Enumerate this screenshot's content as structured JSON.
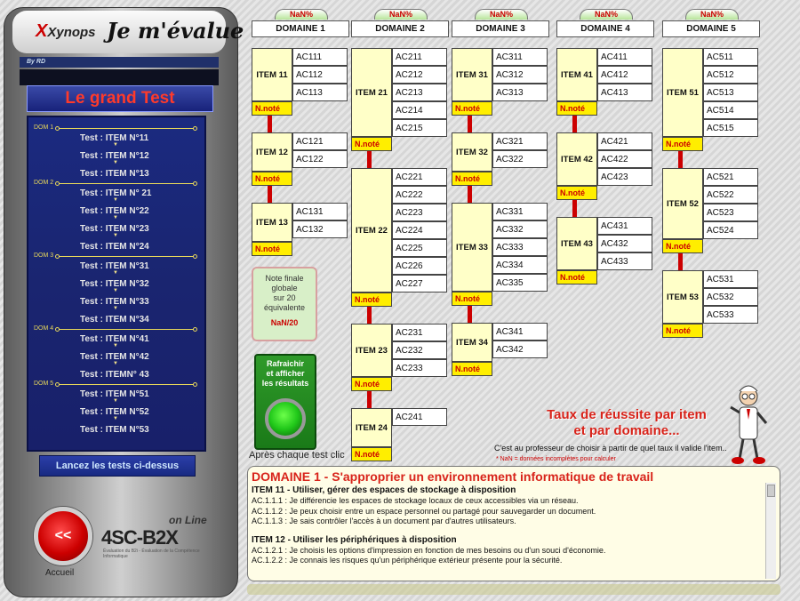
{
  "logo": {
    "brand": "Xynops",
    "tagline": "Je m'évalue",
    "author": "By  RD"
  },
  "left": {
    "title": "Le grand Test",
    "domains": [
      {
        "label": "DOM 1",
        "tests": [
          "Test : ITEM N°11",
          "Test : ITEM N°12",
          "Test : ITEM N°13"
        ]
      },
      {
        "label": "DOM 2",
        "tests": [
          "Test : ITEM N° 21",
          "Test : ITEM N°22",
          "Test : ITEM N°23",
          "Test : ITEM N°24"
        ]
      },
      {
        "label": "DOM 3",
        "tests": [
          "Test : ITEM N°31",
          "Test : ITEM N°32",
          "Test : ITEM N°33",
          "Test : ITEM N°34"
        ]
      },
      {
        "label": "DOM 4",
        "tests": [
          "Test : ITEM N°41",
          "Test : ITEM N°42",
          "Test : ITEMN° 43"
        ]
      },
      {
        "label": "DOM 5",
        "tests": [
          "Test : ITEM N°51",
          "Test : ITEM N°52",
          "Test : ITEM N°53"
        ]
      }
    ],
    "launch": "Lancez les tests ci-dessus",
    "home_label": "<<",
    "home_caption": "Accueil",
    "online": "on Line",
    "product": "4SC-B2X",
    "product_sub": "Évaluation du B2i - Évaluation de la Compétence Informatique"
  },
  "domains": [
    {
      "pct": "NaN%",
      "name": "DOMAINE 1",
      "items": [
        {
          "name": "ITEM 11",
          "note": "N.noté",
          "acs": [
            "AC111",
            "AC112",
            "AC113"
          ]
        },
        {
          "name": "ITEM 12",
          "note": "N.noté",
          "acs": [
            "AC121",
            "AC122"
          ]
        },
        {
          "name": "ITEM 13",
          "note": "N.noté",
          "acs": [
            "AC131",
            "AC132"
          ]
        }
      ]
    },
    {
      "pct": "NaN%",
      "name": "DOMAINE 2",
      "items": [
        {
          "name": "ITEM 21",
          "note": "N.noté",
          "acs": [
            "AC211",
            "AC212",
            "AC213",
            "AC214",
            "AC215"
          ]
        },
        {
          "name": "ITEM 22",
          "note": "N.noté",
          "acs": [
            "AC221",
            "AC222",
            "AC223",
            "AC224",
            "AC225",
            "AC226",
            "AC227"
          ]
        },
        {
          "name": "ITEM 23",
          "note": "N.noté",
          "acs": [
            "AC231",
            "AC232",
            "AC233"
          ]
        },
        {
          "name": "ITEM 24",
          "note": "N.noté",
          "acs": [
            "AC241"
          ]
        }
      ]
    },
    {
      "pct": "NaN%",
      "name": "DOMAINE 3",
      "items": [
        {
          "name": "ITEM 31",
          "note": "N.noté",
          "acs": [
            "AC311",
            "AC312",
            "AC313"
          ]
        },
        {
          "name": "ITEM 32",
          "note": "N.noté",
          "acs": [
            "AC321",
            "AC322"
          ]
        },
        {
          "name": "ITEM 33",
          "note": "N.noté",
          "acs": [
            "AC331",
            "AC332",
            "AC333",
            "AC334",
            "AC335"
          ]
        },
        {
          "name": "ITEM 34",
          "note": "N.noté",
          "acs": [
            "AC341",
            "AC342"
          ]
        }
      ]
    },
    {
      "pct": "NaN%",
      "name": "DOMAINE 4",
      "items": [
        {
          "name": "ITEM 41",
          "note": "N.noté",
          "acs": [
            "AC411",
            "AC412",
            "AC413"
          ]
        },
        {
          "name": "ITEM 42",
          "note": "N.noté",
          "acs": [
            "AC421",
            "AC422",
            "AC423"
          ]
        },
        {
          "name": "ITEM 43",
          "note": "N.noté",
          "acs": [
            "AC431",
            "AC432",
            "AC433"
          ]
        }
      ]
    },
    {
      "pct": "NaN%",
      "name": "DOMAINE 5",
      "items": [
        {
          "name": "ITEM 51",
          "note": "N.noté",
          "acs": [
            "AC511",
            "AC512",
            "AC513",
            "AC514",
            "AC515"
          ]
        },
        {
          "name": "ITEM 52",
          "note": "N.noté",
          "acs": [
            "AC521",
            "AC522",
            "AC523",
            "AC524"
          ]
        },
        {
          "name": "ITEM 53",
          "note": "N.noté",
          "acs": [
            "AC531",
            "AC532",
            "AC533"
          ]
        }
      ]
    }
  ],
  "note_finale": {
    "l1": "Note finale",
    "l2": "globale",
    "l3": "sur 20",
    "l4": "équivalente",
    "value": "NaN/20"
  },
  "refresh": {
    "l1": "Rafraichir",
    "l2": "et afficher",
    "l3": "les résultats"
  },
  "apres": "Après chaque test clic",
  "taux": {
    "l1": "Taux de réussite par item",
    "l2": "et par domaine..."
  },
  "cest": "C'est au professeur de choisir à partir de quel taux il valide l'item..",
  "nan_note": "* NaN = données incomplètes pour calculer",
  "desc": {
    "title": "DOMAINE 1 - S'approprier un environnement informatique de travail",
    "item11": "ITEM 11 - Utiliser, gérer des espaces de stockage à disposition",
    "ac111": "AC.1.1.1 : Je différencie les espaces de stockage locaux de ceux accessibles via un réseau.",
    "ac112": "AC.1.1.2 : Je peux choisir entre un espace personnel ou partagé pour sauvegarder un document.",
    "ac113": "AC.1.1.3 : Je sais contrôler l'accès à un document par d'autres utilisateurs.",
    "item12": "ITEM 12 - Utiliser les périphériques à disposition",
    "ac121": "AC.1.2.1 : Je choisis les options d'impression en fonction de mes besoins ou d'un souci d'économie.",
    "ac122": "AC.1.2.2 : Je connais les risques qu'un périphérique extérieur présente pour la sécurité."
  }
}
